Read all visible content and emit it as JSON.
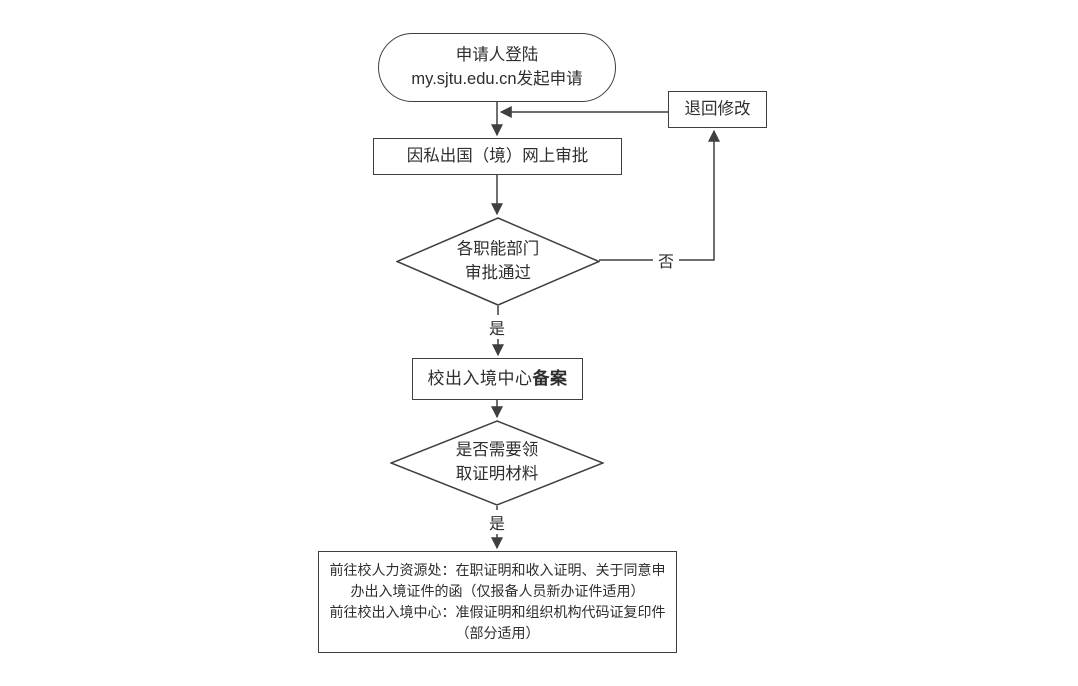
{
  "colors": {
    "line": "#3f3f3f",
    "text": "#2e2e2e",
    "bg": "#ffffff"
  },
  "flow": {
    "start": {
      "line1": "申请人登陆",
      "line2": "my.sjtu.edu.cn发起申请"
    },
    "return_box": {
      "label": "退回修改"
    },
    "online_approval": {
      "label": "因私出国（境）网上审批"
    },
    "dept_decision": {
      "line1": "各职能部门",
      "line2": "审批通过"
    },
    "filing": {
      "text": "校出入境中心",
      "bold": "备案"
    },
    "material_decision": {
      "line1": "是否需要领",
      "line2": "取证明材料"
    },
    "final": {
      "line1": "前往校人力资源处：在职证明和收入证明、关于同意申",
      "line2": "办出入境证件的函（仅报备人员新办证件适用）",
      "line3": "前往校出入境中心：准假证明和组织机构代码证复印件",
      "line4": "（部分适用）"
    },
    "edge_labels": {
      "yes1": "是",
      "yes2": "是",
      "no": "否"
    }
  }
}
